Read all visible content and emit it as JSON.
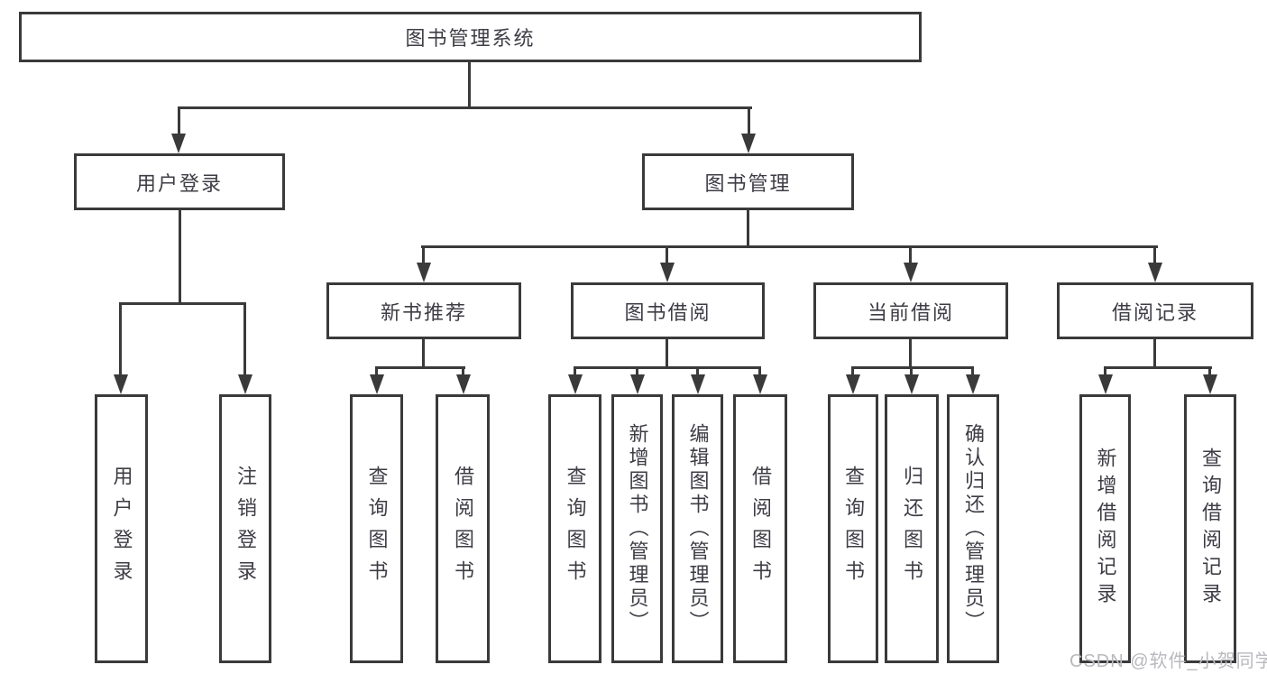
{
  "diagram_title": "图书管理系统",
  "nodes": {
    "root": "图书管理系统",
    "user_login": "用户登录",
    "book_management": "图书管理",
    "new_book_recommend": "新书推荐",
    "book_borrowing": "图书借阅",
    "current_borrowing": "当前借阅",
    "borrowing_records": "借阅记录",
    "leaf_user_login": "用户登录",
    "leaf_logout": "注销登录",
    "leaf_query_book_recommend": "查询图书",
    "leaf_borrow_book_recommend": "借阅图书",
    "leaf_query_book_borrowing": "查询图书",
    "leaf_add_book_admin": "新增图书（管理员）",
    "leaf_edit_book_admin": "编辑图书（管理员）",
    "leaf_borrow_book_borrowing": "借阅图书",
    "leaf_query_book_current": "查询图书",
    "leaf_return_book": "归还图书",
    "leaf_confirm_return_admin": "确认归还（管理员）",
    "leaf_add_borrow_record": "新增借阅记录",
    "leaf_query_borrow_record": "查询借阅记录"
  },
  "watermark": "CSDN @软件_小贺同学",
  "colors": {
    "line": "#3a3a3a",
    "text": "#3d3d45",
    "watermark": "#b9b9be",
    "background": "#ffffff"
  }
}
